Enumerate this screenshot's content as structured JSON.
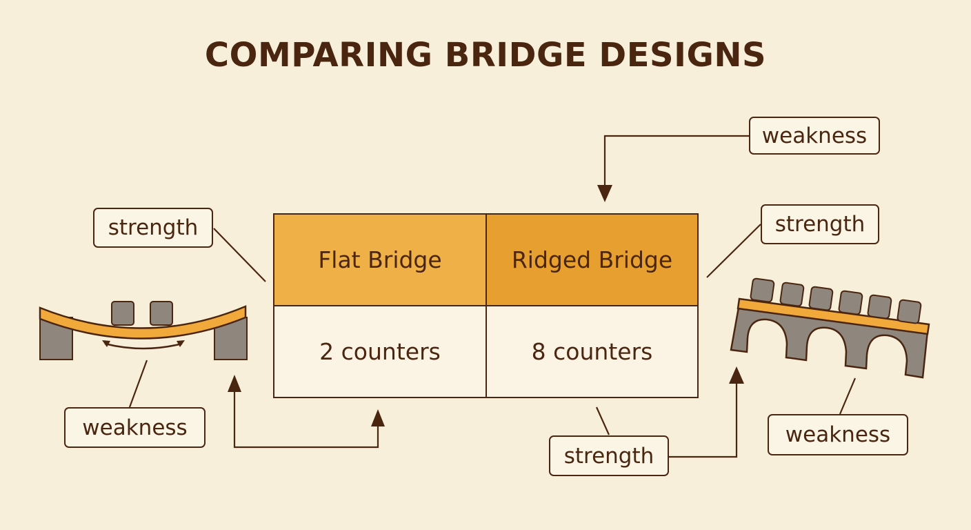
{
  "title": "COMPARING BRIDGE DESIGNS",
  "table": {
    "headers": [
      "Flat Bridge",
      "Ridged Bridge"
    ],
    "values": [
      "2 counters",
      "8 counters"
    ]
  },
  "callouts": {
    "flat_strength": "strength",
    "flat_weakness": "weakness",
    "ridged_top_weakness": "weakness",
    "ridged_strength": "strength",
    "ridged_weakness": "weakness",
    "table_strength": "strength"
  },
  "colors": {
    "background": "#f7efd9",
    "ink": "#4a2510",
    "flat_header": "#efb047",
    "ridged_header": "#e79f30",
    "pier": "#8f867d",
    "deck": "#f0a93a"
  }
}
